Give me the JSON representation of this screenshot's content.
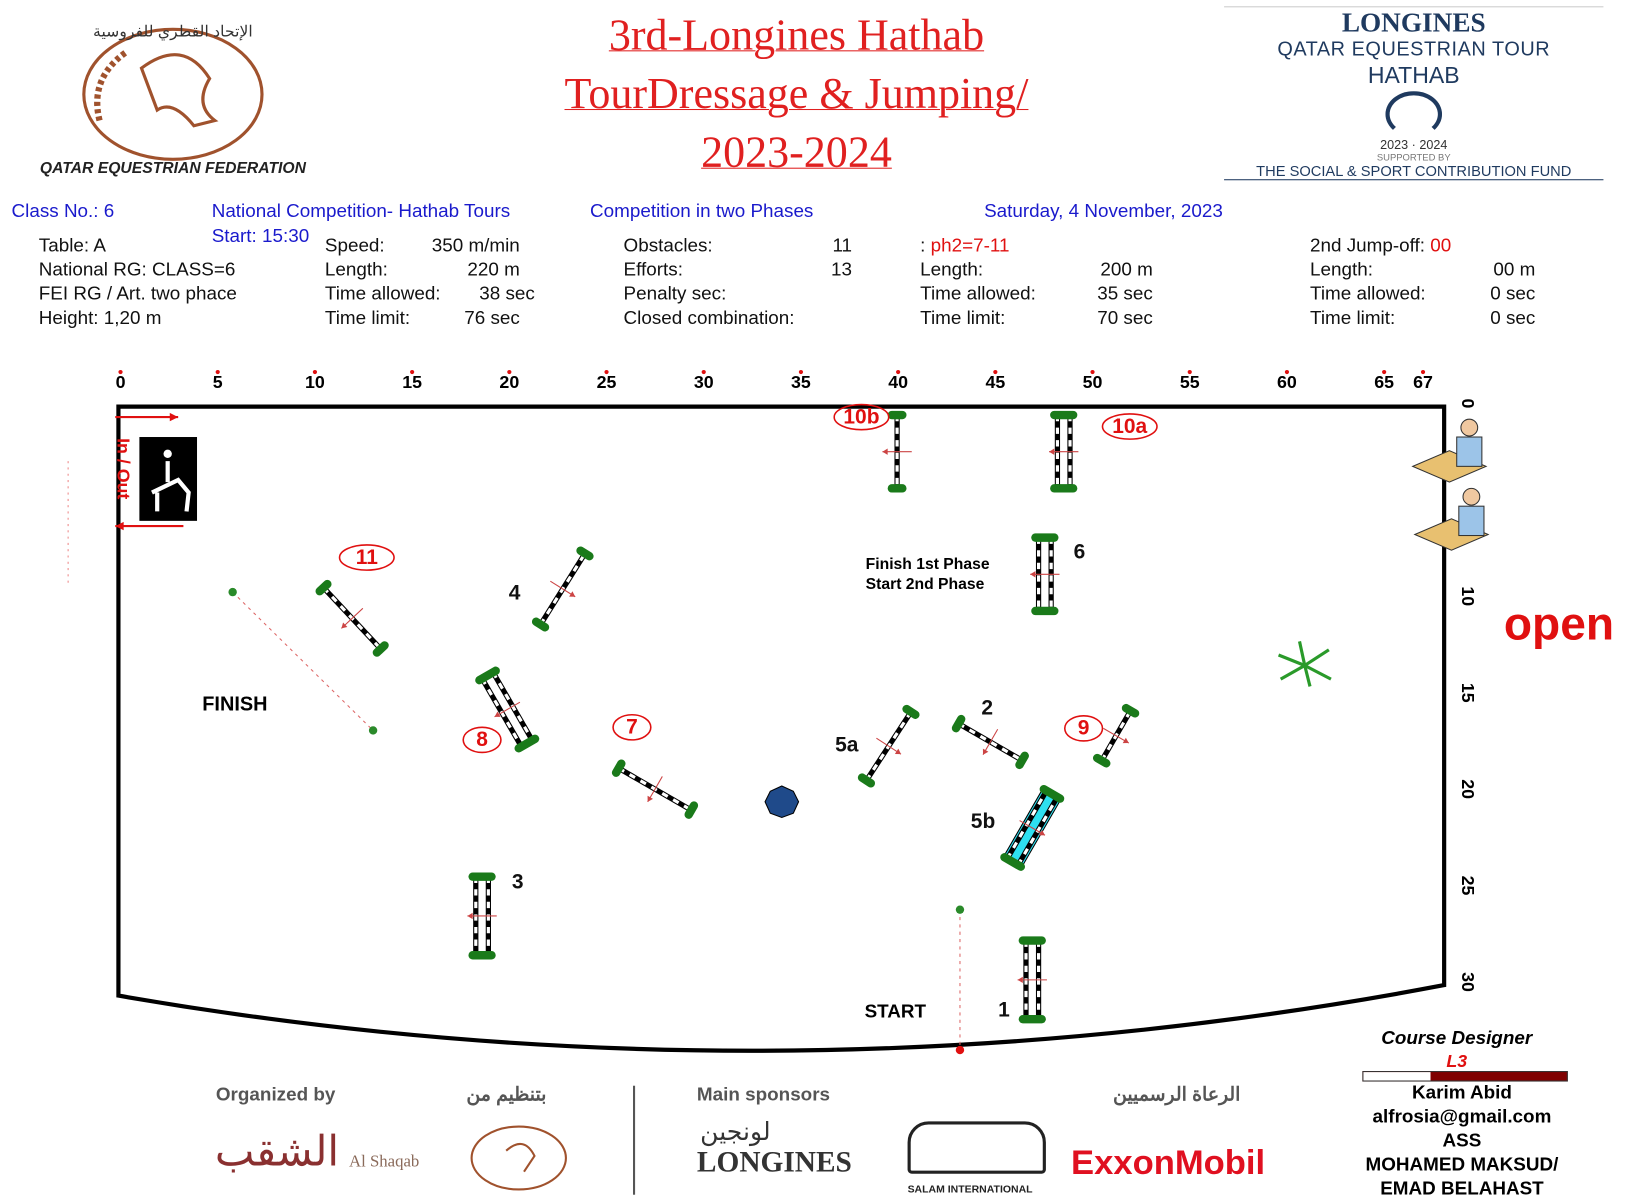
{
  "title": {
    "line1": "3rd-Longines Hathab",
    "line2": "TourDressage & Jumping/",
    "line3": "2023-2024"
  },
  "logos": {
    "qef_arabic": "الإتحاد القطري للفروسية",
    "qef_english": "QATAR EQUESTRIAN FEDERATION",
    "longines": "LONGINES",
    "tour": "QATAR EQUESTRIAN TOUR",
    "hathab": "HATHAB",
    "years": "2023 · 2024",
    "supported": "SUPPORTED BY",
    "fund": "THE SOCIAL & SPORT CONTRIBUTION FUND"
  },
  "info": {
    "class_no": "Class No.: 6",
    "competition": "National Competition- Hathab Tours",
    "start": "Start: 15:30",
    "phases": "Competition in two Phases",
    "date": "Saturday, 4 November, 2023",
    "col1": [
      "Table: A",
      "National RG: CLASS=6",
      "FEI RG / Art. two phace",
      "Height: 1,20 m"
    ],
    "col2": [
      {
        "k": "Speed:",
        "v": "350 m/min"
      },
      {
        "k": "Length:",
        "v": "220 m"
      },
      {
        "k": "Time allowed:",
        "v": "38 sec"
      },
      {
        "k": "Time limit:",
        "v": "76 sec"
      }
    ],
    "col3": [
      {
        "k": "Obstacles:",
        "v": "11"
      },
      {
        "k": "Efforts:",
        "v": "13"
      },
      {
        "k": "Penalty sec:",
        "v": ""
      },
      {
        "k": "Closed combination:",
        "v": ""
      }
    ],
    "col4": {
      "ph2_prefix": ": ",
      "ph2": "ph2=7-11",
      "rows": [
        {
          "k": "Length:",
          "v": "200 m"
        },
        {
          "k": "Time allowed:",
          "v": "35 sec"
        },
        {
          "k": "Time limit:",
          "v": "70 sec"
        }
      ]
    },
    "col5": {
      "jo_label": "2nd Jump-off: ",
      "jo_val": "00",
      "rows": [
        {
          "k": "Length:",
          "v": "00 m"
        },
        {
          "k": "Time allowed:",
          "v": "0 sec"
        },
        {
          "k": "Time limit:",
          "v": "0 sec"
        }
      ]
    }
  },
  "arena": {
    "top_ticks": [
      "0",
      "5",
      "10",
      "15",
      "20",
      "25",
      "30",
      "35",
      "40",
      "45",
      "50",
      "55",
      "60",
      "65",
      "67"
    ],
    "side_ticks": [
      "0",
      "10",
      "15",
      "20",
      "25",
      "30"
    ],
    "labels": {
      "finish": "FINISH",
      "start": "START",
      "finish1": "Finish 1st Phase",
      "start2": "Start   2nd Phase",
      "inout": "In / Out",
      "open": "open"
    },
    "obstacles": [
      "1",
      "2",
      "3",
      "4",
      "5a",
      "5b",
      "6",
      "7",
      "8",
      "9",
      "10a",
      "10b",
      "11"
    ]
  },
  "footer": {
    "organized": "Organized by",
    "organized_ar": "بتنظيم من",
    "alshaqab": "Al Shaqab",
    "alshaqab_ar": "الشقب",
    "main_sponsors": "Main sponsors",
    "sponsors_ar": "الرعاة الرسميين",
    "longines_ar": "لونجين",
    "longines": "LONGINES",
    "salam": "SALAM INTERNATIONAL",
    "exxon": "ExxonMobil",
    "designer_title": "Course Designer",
    "level": "L3",
    "level_fraction": 0.33,
    "designer": "Karim Abid",
    "email": "alfrosia@gmail.com",
    "ass": "ASS",
    "assistants1": "MOHAMED MAKSUD/",
    "assistants2": "EMAD BELAHAST"
  }
}
